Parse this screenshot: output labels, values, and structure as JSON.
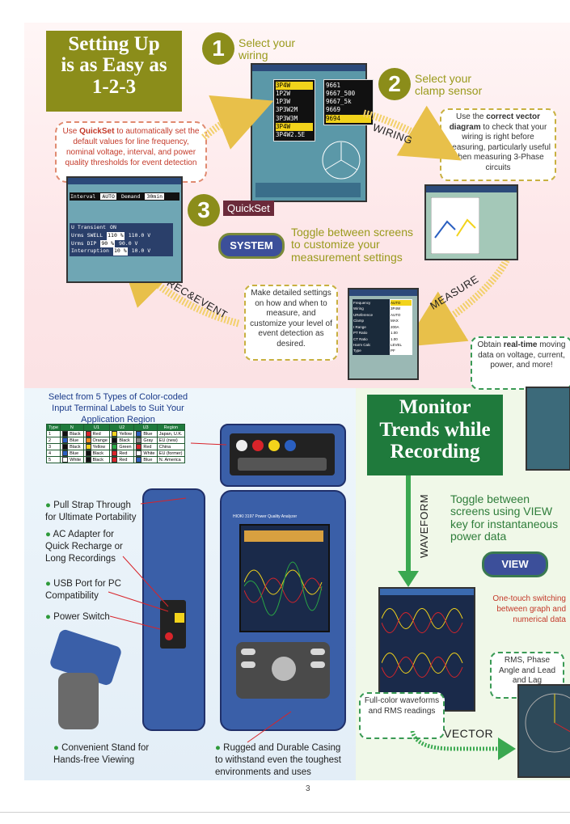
{
  "setup": {
    "title_lines": [
      "Setting Up",
      "is as Easy as",
      "1-2-3"
    ],
    "step1": {
      "number": "1",
      "label_lines": [
        "Select your",
        "wiring"
      ]
    },
    "step2": {
      "number": "2",
      "label_lines": [
        "Select your",
        "clamp sensor"
      ]
    },
    "step3": {
      "number": "3",
      "label": "QuickSet"
    },
    "quickset_note": {
      "bold": "QuickSet",
      "prefix": "Use ",
      "suffix": " to automatically set the default values for line frequency, nominal voltage, interval, and power quality thresholds for event detection"
    },
    "vector_note": {
      "prefix": "Use the ",
      "bold": "correct vector diagram",
      "suffix": " to check that your wiring is right before measuring, particularly useful when measuring 3-Phase circuits"
    },
    "event_note": "Make detailed settings on how and when to measure, and customize your level of event detection as desired.",
    "system_button": "SYSTEM",
    "system_text_lines": [
      "Toggle between screens",
      "to customize your",
      "measurement settings"
    ],
    "arrows": {
      "wiring": "WIRING",
      "measure": "MEASURE",
      "rec_event": "REC&EVENT"
    },
    "wiring_menu": [
      "3P4W",
      "1P2W",
      "1P3W",
      "3P3W2M",
      "3P3W3M",
      "3P4W",
      "3P4W2.5E"
    ],
    "clamp_menu": [
      "9661",
      "9667_500",
      "9667_5k",
      "9669",
      "9694"
    ],
    "quickset_screen": {
      "rows1": [
        [
          "Interval",
          "AUTO",
          "Demand",
          "30min"
        ]
      ],
      "rows2": [
        [
          "U Transient",
          "ON",
          ""
        ],
        [
          "Urms SWELL",
          "110 %",
          "110.0 V"
        ],
        [
          "Urms DIP",
          "90 %",
          "90.0 V"
        ],
        [
          "Interruption",
          "10 %",
          "10.0 V"
        ]
      ]
    },
    "measure_screen_labels": [
      "Frequency",
      "Wiring",
      "UReference",
      "Clamp",
      "I Range",
      "PT Ratio",
      "CT Ratio",
      "Harm Calc",
      "Type"
    ],
    "measure_screen_values": [
      "AUTO",
      "3P4W",
      "AUTO",
      "MAX",
      "200A",
      "1.00",
      "1.00",
      "LEVEL",
      "PF"
    ]
  },
  "realtime_note": {
    "prefix": "Obtain ",
    "bold": "real-time",
    "suffix": " moving data on voltage, current, power, and more!"
  },
  "terminals": {
    "heading_lines": [
      "Select from 5 Types of Color-coded",
      "Input Terminal Labels to Suit Your",
      "Application Region"
    ],
    "columns": [
      "Type",
      "N",
      "U1",
      "U2",
      "U3",
      "Region"
    ],
    "rows": [
      [
        "1",
        "Black",
        "Red",
        "Yellow",
        "Blue",
        "Japan, U.K."
      ],
      [
        "2",
        "Blue",
        "Orange",
        "Black",
        "Gray",
        "EU (new)"
      ],
      [
        "3",
        "Black",
        "Yellow",
        "Green",
        "Red",
        "China"
      ],
      [
        "4",
        "Blue",
        "Black",
        "Red",
        "White",
        "EU (former)"
      ],
      [
        "5",
        "White",
        "Black",
        "Red",
        "Blue",
        "N. America"
      ]
    ],
    "colors": {
      "Black": "#111111",
      "Red": "#d8242a",
      "Yellow": "#f2d31b",
      "Blue": "#2a5fc0",
      "Orange": "#f08a1c",
      "Gray": "#8a8a8a",
      "Green": "#2aa845",
      "White": "#ffffff"
    }
  },
  "features": {
    "strap": [
      "Pull Strap Through",
      "for Ultimate Portability"
    ],
    "adapter": [
      "AC Adapter for",
      "Quick Recharge or",
      "Long Recordings"
    ],
    "usb": [
      "USB Port for PC",
      "Compatibility"
    ],
    "power": [
      "Power Switch"
    ],
    "stand": [
      "Convenient Stand for",
      "Hands-free Viewing"
    ],
    "casing": [
      "Rugged and Durable Casing",
      "to withstand even the toughest",
      "environments and uses"
    ]
  },
  "device": {
    "brand": "HIOKI 3197 Power Quality Analyzer"
  },
  "trends": {
    "title_lines": [
      "Monitor",
      "Trends while",
      "Recording"
    ],
    "waveform_label": "WAVEFORM",
    "view_text_lines": [
      "Toggle between",
      "screens using VIEW",
      "key for instantaneous",
      "power data"
    ],
    "view_button": "VIEW",
    "one_touch_lines": [
      "One-touch switching",
      "between graph and",
      "numerical data"
    ],
    "rms_note": "RMS, Phase Angle and Lead and Lag",
    "fullcolor_note": "Full-color waveforms and RMS readings",
    "vector_label": "VECTOR"
  },
  "page_number": "3",
  "colors": {
    "olive": "#8b8d1a",
    "green": "#1f7a3c",
    "screen": "#5b98a8",
    "pink": "#fde6e8",
    "red_text": "#c43a2a"
  }
}
